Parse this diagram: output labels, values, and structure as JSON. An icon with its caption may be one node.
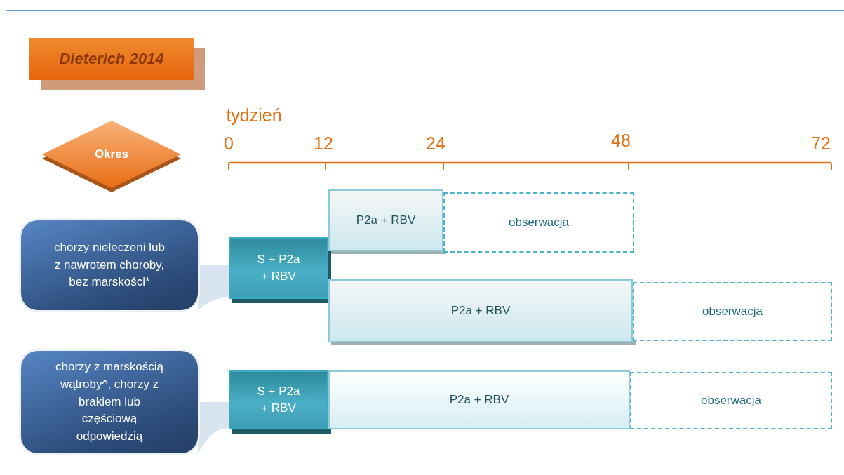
{
  "diagram": {
    "nodes": [
      {
        "text": [
          "Dieterich 2014"
        ]
      },
      {
        "text": [
          "Okres"
        ]
      },
      {
        "text": [
          "chorzy nieleczeni lub z nawrotem choroby, bez marskości*"
        ]
      },
      {
        "text": [
          "S + P2a + RBV"
        ]
      },
      {
        "text": [
          "P2a + RBV"
        ]
      },
      {
        "text": [
          "obserwacja"
        ]
      },
      {
        "text": [
          "P2a + RBV"
        ]
      },
      {
        "text": [
          "obserwacja"
        ]
      },
      {
        "text": [
          "chorzy z marskością wątroby^, chorzy z brakiem lub częściową odpowiedzią"
        ]
      },
      {
        "text": [
          "S + P2a + RBV"
        ]
      },
      {
        "text": [
          "P2a + RBV"
        ]
      },
      {
        "text": [
          "obserwacja"
        ]
      }
    ],
    "edges": [
      {
        "from": 2,
        "to": 3,
        "arrow": "none"
      },
      {
        "from": 8,
        "to": 9,
        "arrow": "none"
      }
    ],
    "labels": [
      "tydzień",
      "0",
      "12",
      "24",
      "48",
      "72"
    ]
  }
}
